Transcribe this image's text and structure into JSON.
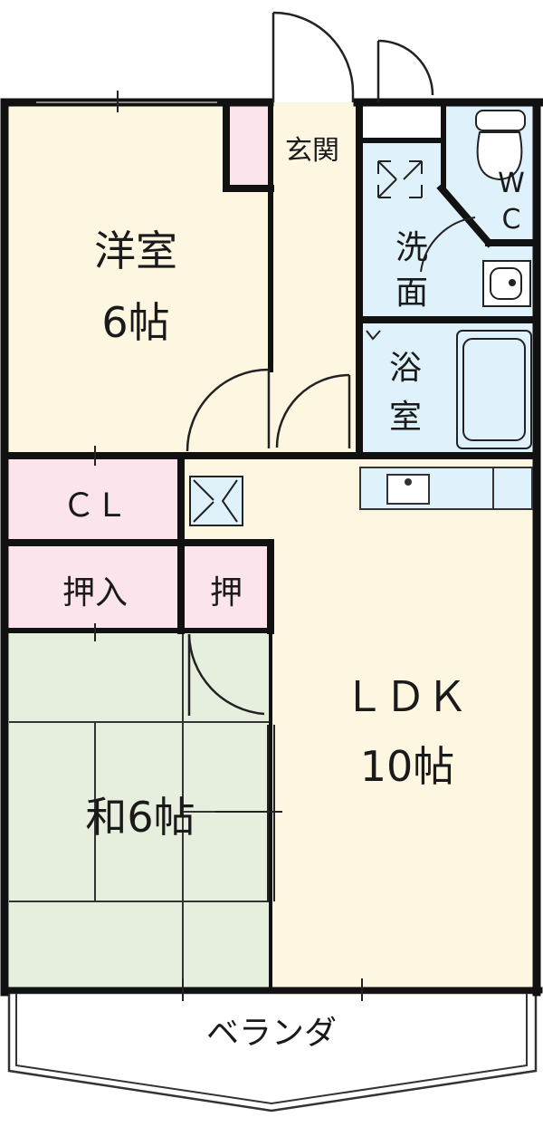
{
  "rooms": {
    "western": {
      "name": "洋室",
      "size": "6帖"
    },
    "japanese": {
      "name": "和6帖"
    },
    "ldk": {
      "name": "ＬＤＫ",
      "size": "10帖"
    },
    "closet": {
      "name": "ＣＬ"
    },
    "oshiire": {
      "name": "押入"
    },
    "oshi": {
      "name": "押"
    },
    "entrance": {
      "name": "玄関"
    },
    "washroom": {
      "name_line1": "洗",
      "name_line2": "面"
    },
    "bath": {
      "name_line1": "浴",
      "name_line2": "室"
    },
    "toilet": {
      "name_line1": "W",
      "name_line2": "C"
    },
    "veranda": {
      "name": "ベランダ"
    }
  },
  "colors": {
    "western_floor": "#fdf6e0",
    "ldk_floor": "#fdf6e0",
    "tatami": "#e6eedd",
    "storage": "#fce4ec",
    "wet_area": "#dff1fa",
    "wall": "#111111"
  }
}
